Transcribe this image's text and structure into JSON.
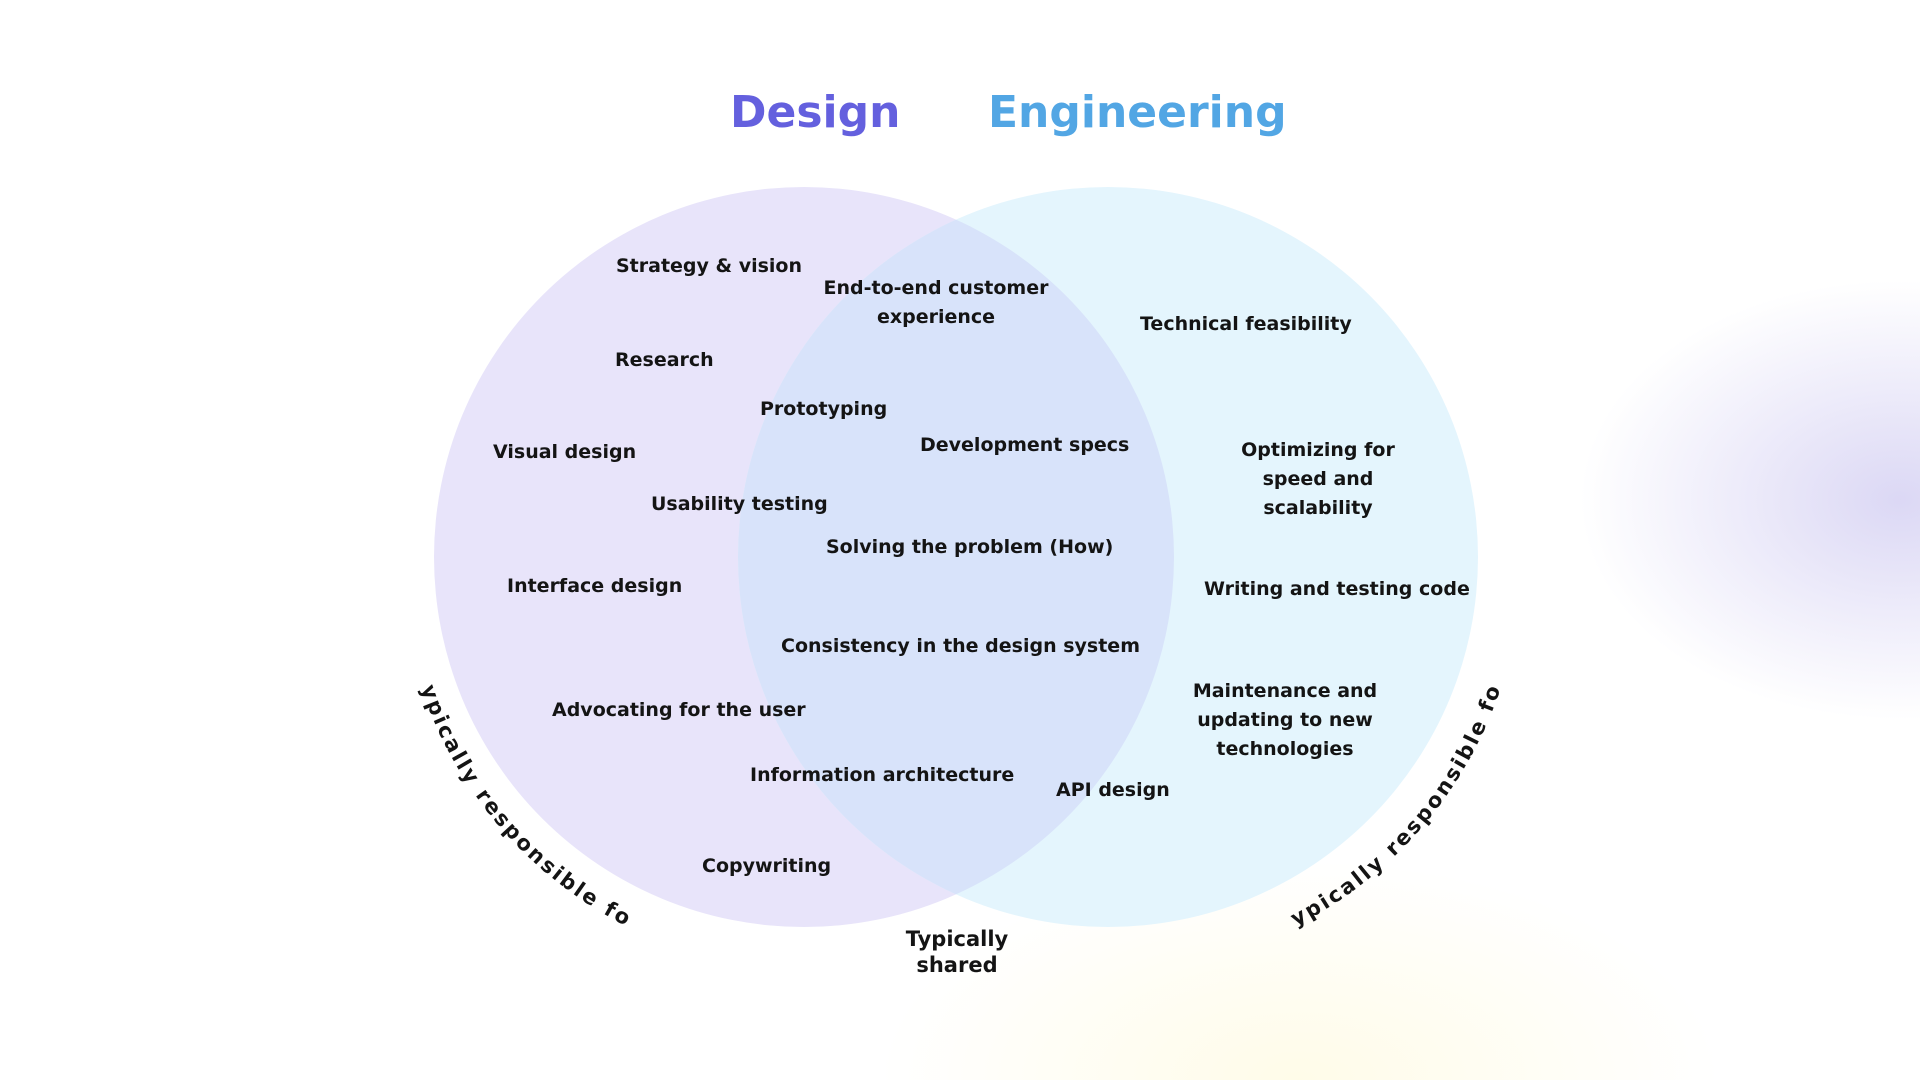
{
  "headings": {
    "design": "Design",
    "engineering": "Engineering"
  },
  "colors": {
    "design_heading": "#6460de",
    "engineering_heading": "#52a6e4",
    "design_circle": "#e8e4fa",
    "engineering_circle": "#e4f5fd",
    "overlap": "#d8e3fa",
    "text": "#141414"
  },
  "design_only": [
    "Strategy & vision",
    "Research",
    "Visual design",
    "Usability testing",
    "Interface design",
    "Advocating for the user",
    "Copywriting"
  ],
  "shared": [
    "End-to-end customer experience",
    "Prototyping",
    "Development specs",
    "Solving the problem (How)",
    "Consistency in the design system",
    "Information architecture",
    "API design"
  ],
  "engineering_only": [
    "Technical feasibility",
    "Optimizing for speed and scalability",
    "Writing and testing code",
    "Maintenance and updating to new technologies"
  ],
  "arc_labels": {
    "left": "Typically responsible for",
    "right": "Typically responsible for"
  },
  "shared_label": "Typically shared"
}
